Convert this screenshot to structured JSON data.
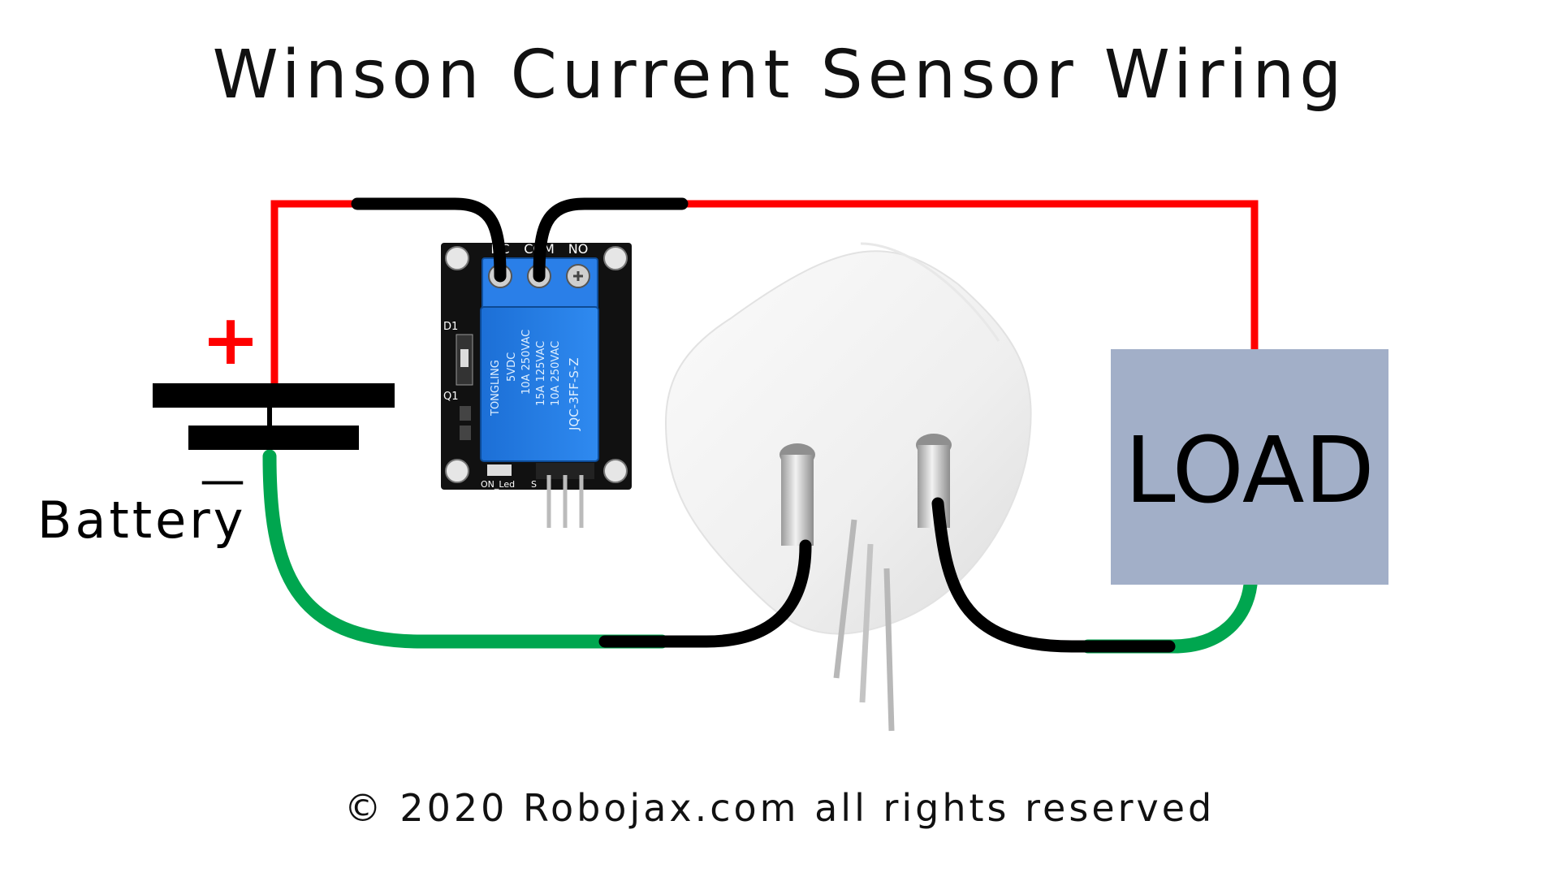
{
  "title": "Winson Current Sensor Wiring",
  "battery": {
    "label": "Battery",
    "plus_symbol": "+",
    "minus_symbol": "—"
  },
  "relay_module": {
    "terminal_labels": [
      "NC",
      "COM",
      "NO"
    ],
    "indicator_labels": [
      "D1",
      "Q1",
      "ON_Led",
      "S"
    ],
    "relay_markings": [
      "TONGLING",
      "5VDC",
      "10A 250VAC",
      "15A 125VAC",
      "10A 250VAC",
      "JQC-3FF-S-Z"
    ]
  },
  "load": {
    "label": "LOAD",
    "fill_color": "#a2afc8"
  },
  "wire_colors": {
    "positive": "#ff0000",
    "negative": "#00a64f",
    "insulated": "#000000"
  },
  "copyright": "© 2020 Robojax.com all rights reserved"
}
